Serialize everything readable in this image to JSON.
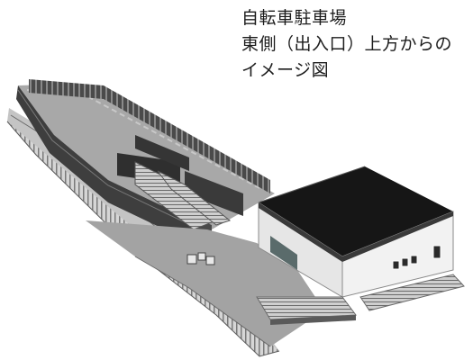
{
  "caption": {
    "line1": "自転車駐車場",
    "line2": "東側（出入口）上方からの",
    "line3": "イメージ図"
  },
  "colors": {
    "deck": "#a6a6a6",
    "wall_dark": "#3a3a3a",
    "roof": "#161616",
    "building_wall": "#ebebeb",
    "ramp": "#bdbdbd"
  }
}
